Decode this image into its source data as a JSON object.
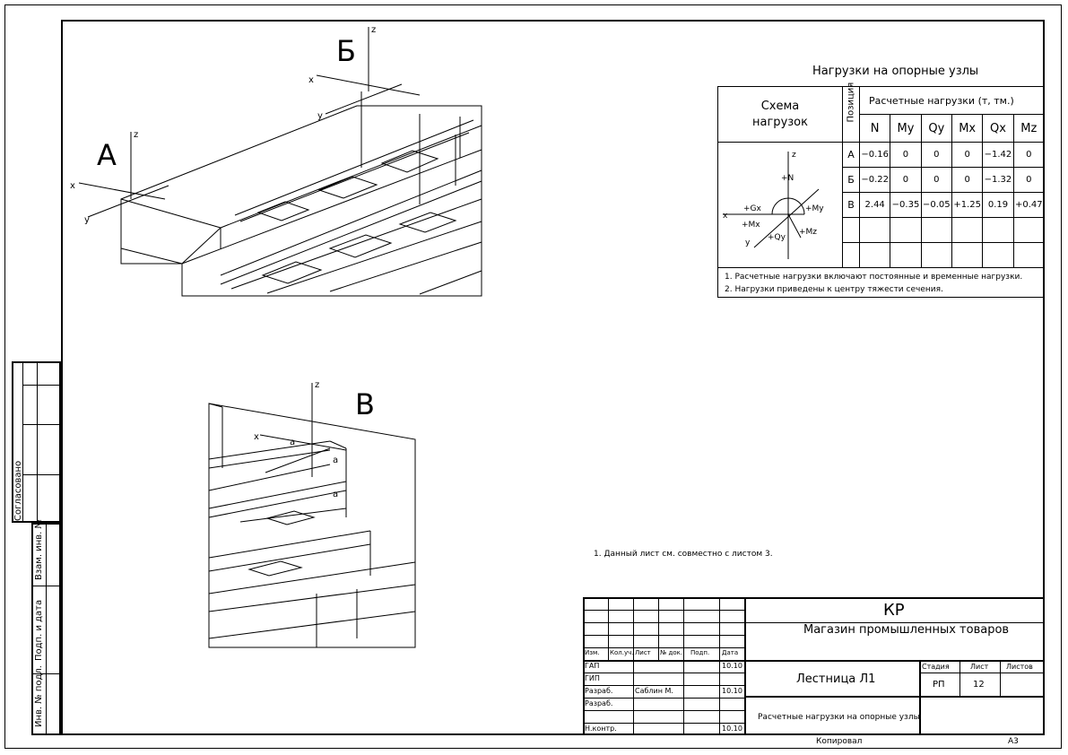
{
  "table": {
    "title": "Нагрузки на опорные узлы",
    "scheme_label": "Схема нагрузок",
    "position_header": "Позиция",
    "loads_header": "Расчетные нагрузки (т, тм.)",
    "columns": [
      "N",
      "My",
      "Qy",
      "Mx",
      "Qx",
      "Mz"
    ],
    "rows": [
      {
        "pos": "А",
        "values": [
          "−0.16",
          "0",
          "0",
          "0",
          "−1.42",
          "0"
        ]
      },
      {
        "pos": "Б",
        "values": [
          "−0.22",
          "0",
          "0",
          "0",
          "−1.32",
          "0"
        ]
      },
      {
        "pos": "В",
        "values": [
          "2.44",
          "−0.35",
          "−0.05",
          "+1.25",
          "0.19",
          "+0.47"
        ]
      }
    ],
    "notes": [
      "1. Расчетные нагрузки включают постоянные и временные нагрузки.",
      "2. Нагрузки приведены к центру тяжести сечения."
    ],
    "scheme_axes": {
      "z": "z",
      "x": "x",
      "y": "y",
      "N": "+N",
      "Gx": "+Gx",
      "Mx": "+Mx",
      "Qy": "+Qy",
      "My": "+My",
      "Mz": "+Mz"
    }
  },
  "views": {
    "a": "А",
    "b": "Б",
    "v": "В",
    "x": "x",
    "y": "y",
    "z": "z",
    "a_mark": "а"
  },
  "sheet_note": "1. Данный лист см. совместно с листом 3.",
  "side_stamp": {
    "agreed": "Согласовано",
    "inv_replace": "Взам. инв. №",
    "sign_date": "Подп. и дата",
    "inv_orig": "Инв. № подл."
  },
  "stamp": {
    "code": "КР",
    "project": "Магазин промышленных товаров",
    "object": "Лестница Л1",
    "sheet_title": "Расчетные нагрузки на опорные узлы",
    "headers": [
      "Изм.",
      "Кол.уч.",
      "Лист",
      "№ док.",
      "Подп.",
      "Дата"
    ],
    "roles": [
      {
        "role": "ГАП",
        "name": "",
        "date": "10.10"
      },
      {
        "role": "ГИП",
        "name": "",
        "date": ""
      },
      {
        "role": "Разраб.",
        "name": "Саблин М.",
        "date": "10.10"
      },
      {
        "role": "Разраб.",
        "name": "",
        "date": ""
      },
      {
        "role": "Н.контр.",
        "name": "",
        "date": "10.10"
      }
    ],
    "stage_label": "Стадия",
    "sheet_label": "Лист",
    "sheets_label": "Листов",
    "stage": "РП",
    "sheet": "12",
    "sheets": ""
  },
  "footer": {
    "copied": "Копировал",
    "format": "А3"
  }
}
